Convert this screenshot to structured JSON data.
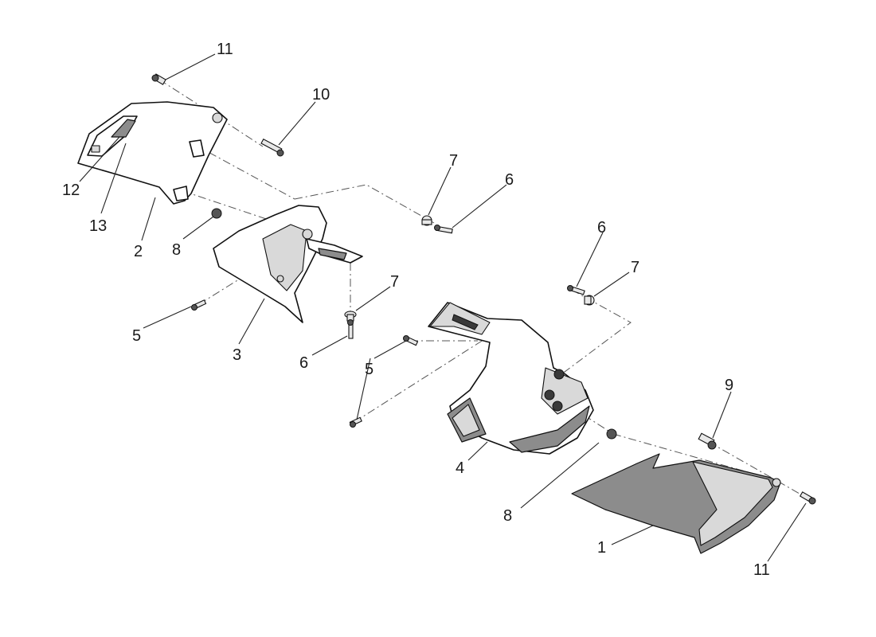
{
  "callouts": {
    "c1": "1",
    "c2": "2",
    "c3": "3",
    "c4": "4",
    "c5a": "5",
    "c5b": "5",
    "c6a": "6",
    "c6b": "6",
    "c6c": "6",
    "c7a": "7",
    "c7b": "7",
    "c7c": "7",
    "c8a": "8",
    "c8b": "8",
    "c9": "9",
    "c10": "10",
    "c11a": "11",
    "c11b": "11",
    "c12": "12",
    "c13": "13"
  }
}
